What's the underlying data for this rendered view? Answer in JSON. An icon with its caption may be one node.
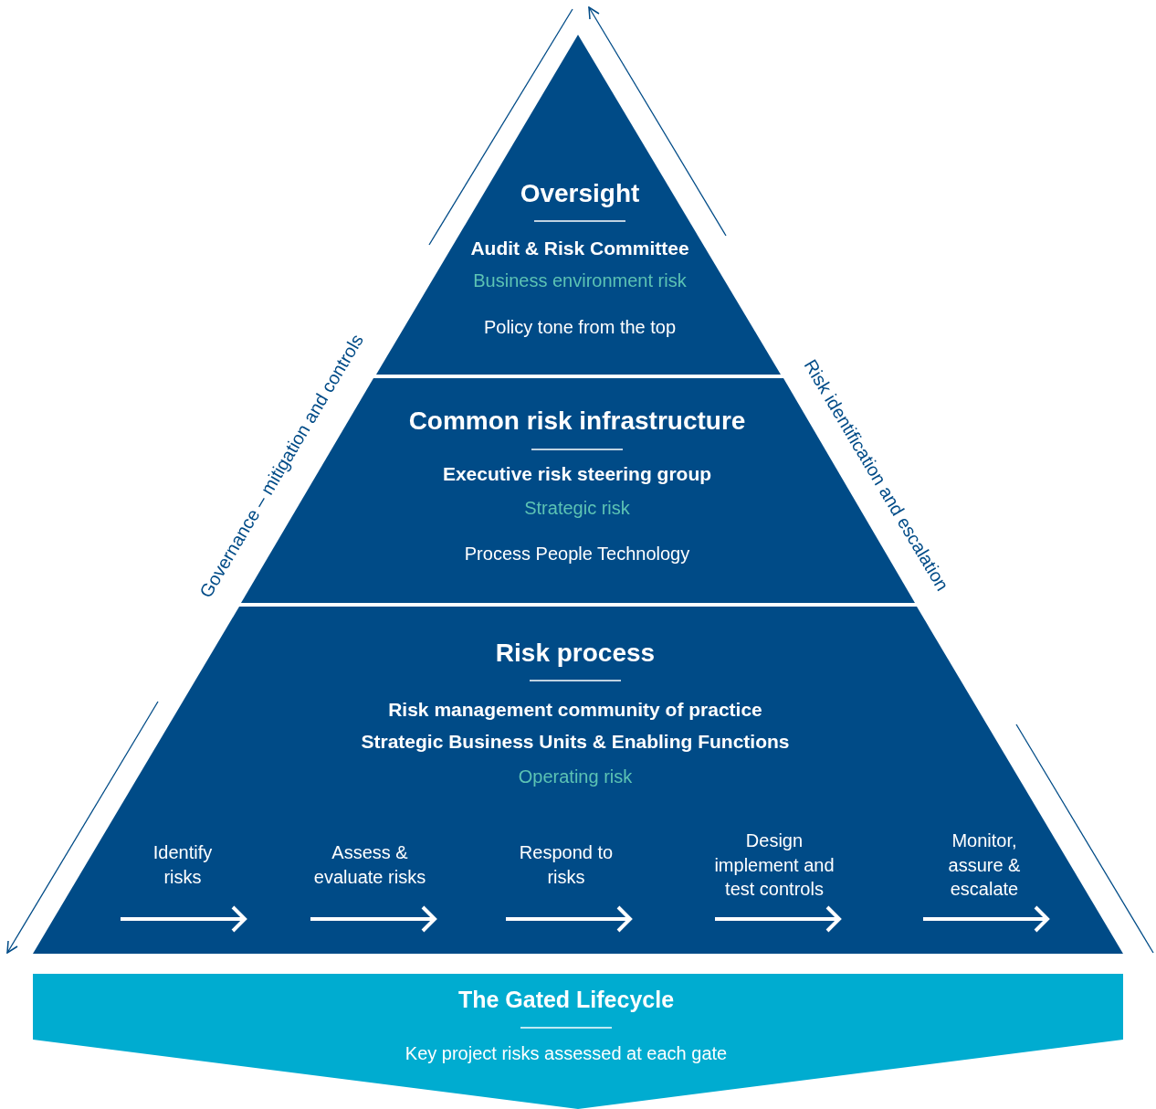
{
  "diagram": {
    "nodes": [
      {
        "text": [
          "Oversight",
          "Audit & Risk Committee",
          "Business environment risk",
          "Policy tone from the top"
        ]
      },
      {
        "text": [
          "Common risk infrastructure",
          "Executive risk steering group",
          "Strategic risk",
          "Process People Technology"
        ]
      },
      {
        "text": [
          "Risk process",
          "Risk management community of practice",
          "Strategic Business Units & Enabling Functions",
          "Operating risk"
        ]
      },
      {
        "text": [
          "Identify risks"
        ],
        "in": 2
      },
      {
        "text": [
          "Assess & evaluate risks"
        ],
        "in": 2
      },
      {
        "text": [
          "Respond to risks"
        ],
        "in": 2
      },
      {
        "text": [
          "Design implement and test controls"
        ],
        "in": 2
      },
      {
        "text": [
          "Monitor, assure & escalate"
        ],
        "in": 2
      },
      {
        "text": [
          "The Gated Lifecycle",
          "Key project risks assessed at each gate"
        ]
      }
    ],
    "labels": [
      "Governance – mitigation and controls",
      "Risk identification and escalation"
    ]
  }
}
